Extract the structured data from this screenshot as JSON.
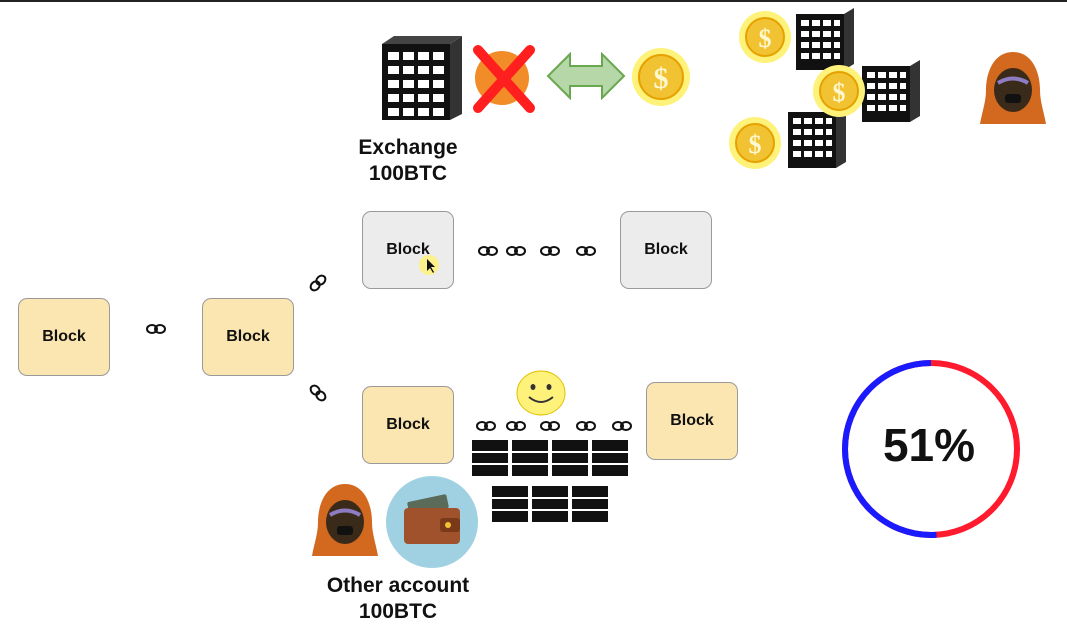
{
  "exchange": {
    "label": "Exchange",
    "amount": "100BTC"
  },
  "other_account": {
    "label": "Other account",
    "amount": "100BTC"
  },
  "blocks": {
    "b1": "Block",
    "b2": "Block",
    "b3": "Block",
    "b4": "Block",
    "b5": "Block",
    "b6": "Block"
  },
  "consensus": {
    "percent_label": "51%",
    "fraction": 0.51
  },
  "colors": {
    "block_orange": "#fbe5b0",
    "block_grey": "#ececec",
    "ring_blue": "#1a1aff",
    "ring_red": "#ff1a2e",
    "coin": "#f4d03f",
    "cross": "#ff2020",
    "arrow": "#b6d7a8"
  },
  "icons": [
    "building-icon",
    "bitcoin-icon",
    "cross-icon",
    "exchange-arrow-icon",
    "dollar-coin-icon",
    "hacker-icon",
    "wallet-icon",
    "server-icon",
    "smiley-icon",
    "chain-link-icon"
  ]
}
